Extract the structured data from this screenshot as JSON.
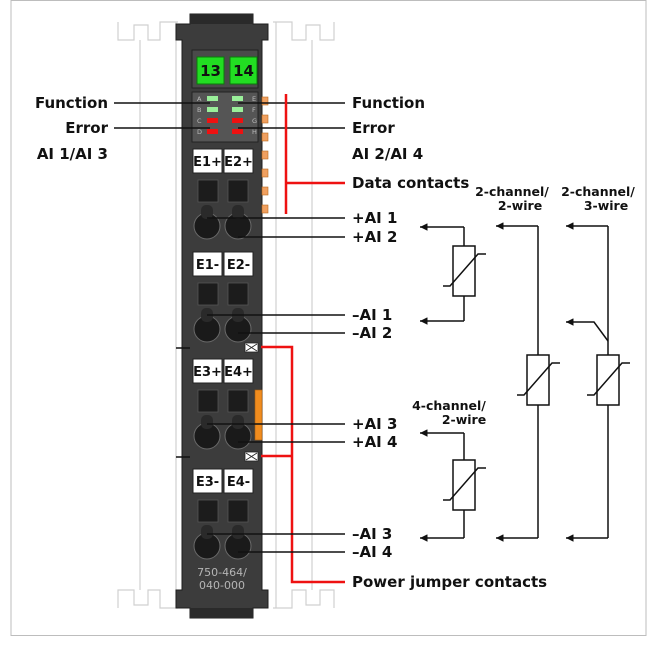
{
  "module": {
    "model_line1": "750-464/",
    "model_line2": "040-000",
    "markers": [
      "13",
      "14"
    ],
    "led_letters_left": [
      "A",
      "B",
      "C",
      "D"
    ],
    "led_letters_right": [
      "E",
      "F",
      "G",
      "H"
    ],
    "terminal_labels": [
      "E1+",
      "E2+",
      "E1-",
      "E2-",
      "E3+",
      "E4+",
      "E3-",
      "E4-"
    ]
  },
  "labels": {
    "function_left": "Function",
    "error_left": "Error",
    "channel_left": "AI 1/AI 3",
    "function_right": "Function",
    "error_right": "Error",
    "channel_right": "AI 2/AI 4",
    "data_contacts": "Data contacts",
    "power_jumper": "Power jumper contacts",
    "pos_ai1": "+AI 1",
    "pos_ai2": "+AI 2",
    "neg_ai1": "–AI 1",
    "neg_ai2": "–AI 2",
    "pos_ai3": "+AI 3",
    "pos_ai4": "+AI 4",
    "neg_ai3": "–AI 3",
    "neg_ai4": "–AI 4"
  },
  "sensors": {
    "two_ch_2wire_l1": "2-channel/",
    "two_ch_2wire_l2": "2-wire",
    "two_ch_3wire_l1": "2-channel/",
    "two_ch_3wire_l2": "3-wire",
    "four_ch_2wire_l1": "4-channel/",
    "four_ch_2wire_l2": "2-wire"
  },
  "colors": {
    "module_body": "#3c3c3c",
    "marker_green": "#22dd22",
    "led_green": "#9aef9a",
    "led_red": "#ee1111",
    "contact_orange": "#f0a060",
    "power_jumper_orange": "#f08c1e",
    "annotation_red": "#ee1111"
  }
}
